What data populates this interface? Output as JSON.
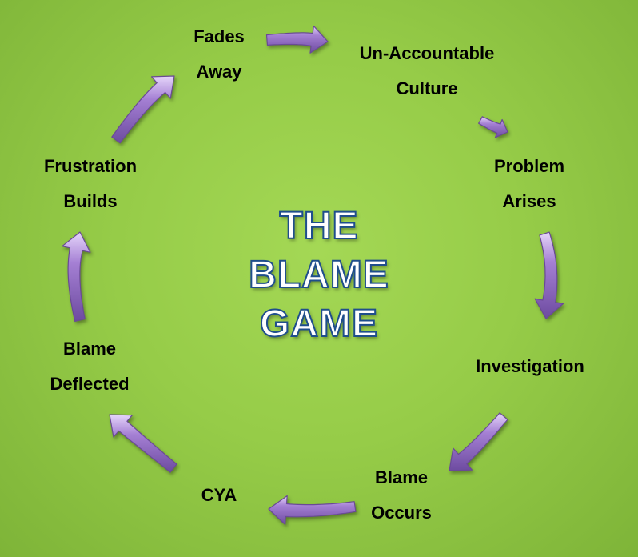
{
  "title": {
    "line1": "THE",
    "line2": "BLAME",
    "line3": "GAME"
  },
  "steps": [
    {
      "line1": "Un-Accountable",
      "line2": "Culture"
    },
    {
      "line1": "Problem",
      "line2": "Arises"
    },
    {
      "line1": "Investigation",
      "line2": ""
    },
    {
      "line1": "Blame",
      "line2": "Occurs"
    },
    {
      "line1": "CYA",
      "line2": ""
    },
    {
      "line1": "Blame",
      "line2": "Deflected"
    },
    {
      "line1": "Frustration",
      "line2": "Builds"
    },
    {
      "line1": "Fades",
      "line2": "Away"
    }
  ],
  "colors": {
    "background": "#96cc48",
    "arrow_fill": "#9b72c9",
    "arrow_stroke": "#6a4a95",
    "title_fill": "#ffffff",
    "title_outline": "#1f4e8c"
  }
}
